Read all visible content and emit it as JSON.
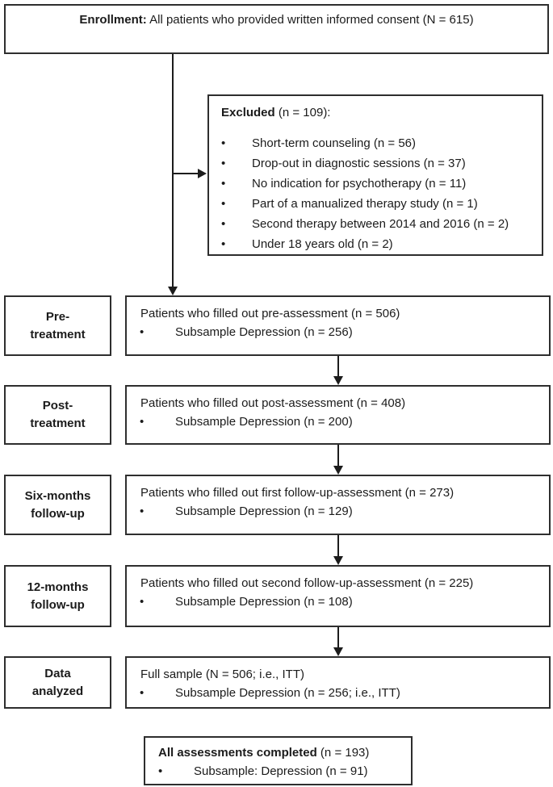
{
  "colors": {
    "border": "#2e2e2e",
    "text": "#1b1b1b",
    "background": "#ffffff"
  },
  "glyphs": {
    "bullet": "•"
  },
  "flow": {
    "enrollment": {
      "title_bold": "Enrollment:",
      "title_rest": " All patients who provided written informed consent (N = 615)"
    },
    "excluded": {
      "title_bold": "Excluded",
      "title_rest": " (n = 109):",
      "items": [
        "Short-term counseling (n = 56)",
        "Drop-out in diagnostic sessions (n = 37)",
        "No indication for psychotherapy (n = 11)",
        "Part of a manualized therapy study (n = 1)",
        "Second therapy between 2014 and 2016 (n = 2)",
        "Under 18 years old (n = 2)"
      ]
    },
    "stages": [
      {
        "label_line1": "Pre-",
        "label_line2": "treatment",
        "main": "Patients who filled out pre-assessment (n = 506)",
        "sub": "Subsample Depression (n = 256)"
      },
      {
        "label_line1": "Post-",
        "label_line2": "treatment",
        "main": "Patients who filled out post-assessment (n = 408)",
        "sub": "Subsample Depression (n = 200)"
      },
      {
        "label_line1": "Six-months",
        "label_line2": "follow-up",
        "main": "Patients who filled out first follow-up-assessment (n = 273)",
        "sub": "Subsample Depression (n = 129)"
      },
      {
        "label_line1": "12-months",
        "label_line2": "follow-up",
        "main": "Patients who filled out second follow-up-assessment (n = 225)",
        "sub": "Subsample Depression (n = 108)"
      },
      {
        "label_line1": "Data",
        "label_line2": "analyzed",
        "main": "Full sample (N = 506; i.e., ITT)",
        "sub": "Subsample Depression (n = 256; i.e., ITT)"
      }
    ],
    "completed": {
      "title_bold": "All assessments completed",
      "title_rest": " (n = 193)",
      "sub": "Subsample: Depression (n = 91)"
    }
  }
}
